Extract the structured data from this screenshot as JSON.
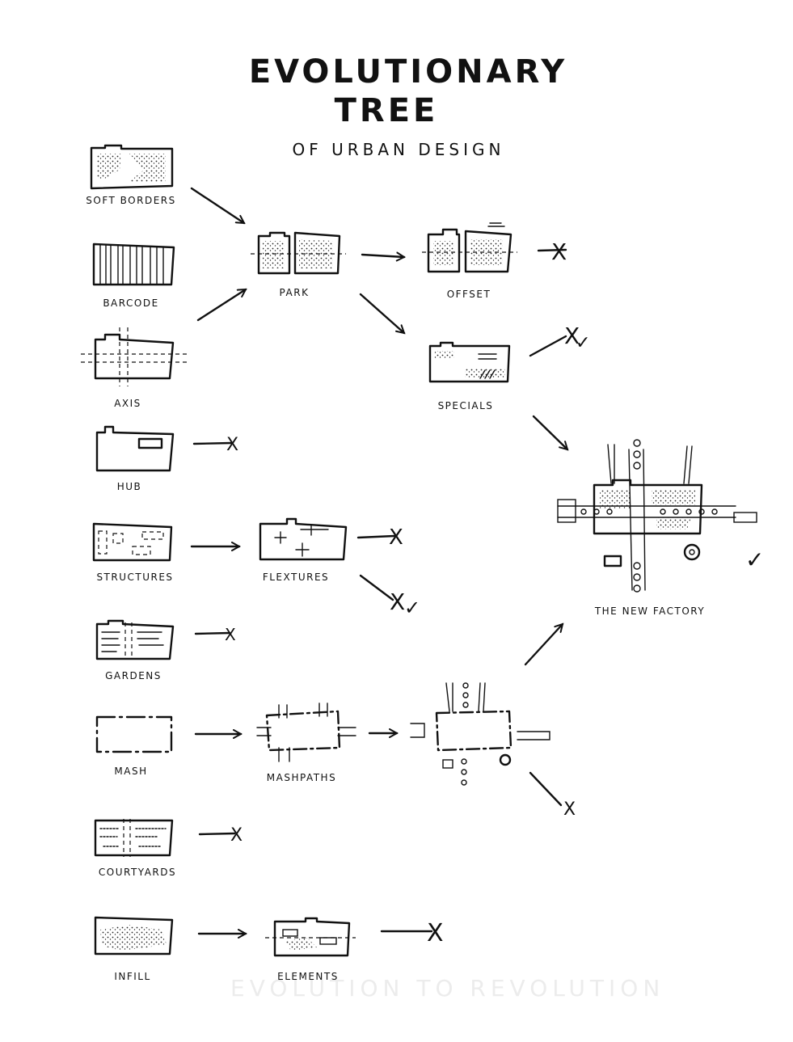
{
  "title": {
    "line1": "EVOLUTIONARY",
    "line2": "TREE",
    "subtitle": "OF URBAN DESIGN"
  },
  "nodes": {
    "soft_borders": "SOFT BORDERS",
    "barcode": "BARCODE",
    "axis": "AXIS",
    "hub": "HUB",
    "structures": "STRUCTURES",
    "gardens": "GARDENS",
    "mash": "MASH",
    "courtyards": "COURTYARDS",
    "infill": "INFILL",
    "park": "PARK",
    "offset": "OFFSET",
    "specials": "SPECIALS",
    "flextures": "FLEXTURES",
    "mashpaths": "MASHPATHS",
    "elements": "ELEMENTS",
    "new_factory": "THE NEW FACTORY"
  },
  "background_text": "EVOLUTION TO REVOLUTION",
  "marks": {
    "reject": "X",
    "accept": "✓"
  }
}
